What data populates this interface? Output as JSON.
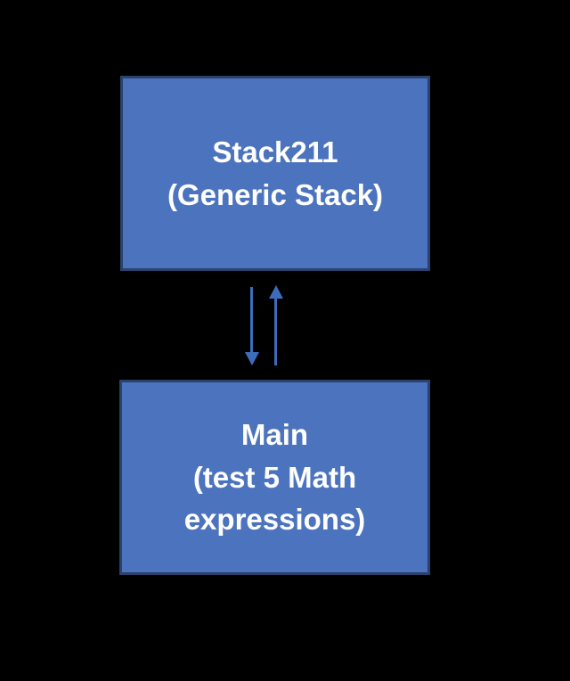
{
  "diagram": {
    "background_color": "#000000",
    "node_fill_color": "#4C73BE",
    "node_border_color": "#2A426C",
    "arrow_color": "#3E6CBD",
    "text_color": "#FFFFFF",
    "nodes": [
      {
        "id": "stack211",
        "lines": [
          "Stack211",
          "(Generic Stack)"
        ]
      },
      {
        "id": "main",
        "lines": [
          "Main",
          "(test 5 Math",
          "expressions)"
        ]
      }
    ],
    "connectors": [
      {
        "id": "down",
        "direction": "down",
        "from": "stack211",
        "to": "main"
      },
      {
        "id": "up",
        "direction": "up",
        "from": "main",
        "to": "stack211"
      }
    ]
  }
}
